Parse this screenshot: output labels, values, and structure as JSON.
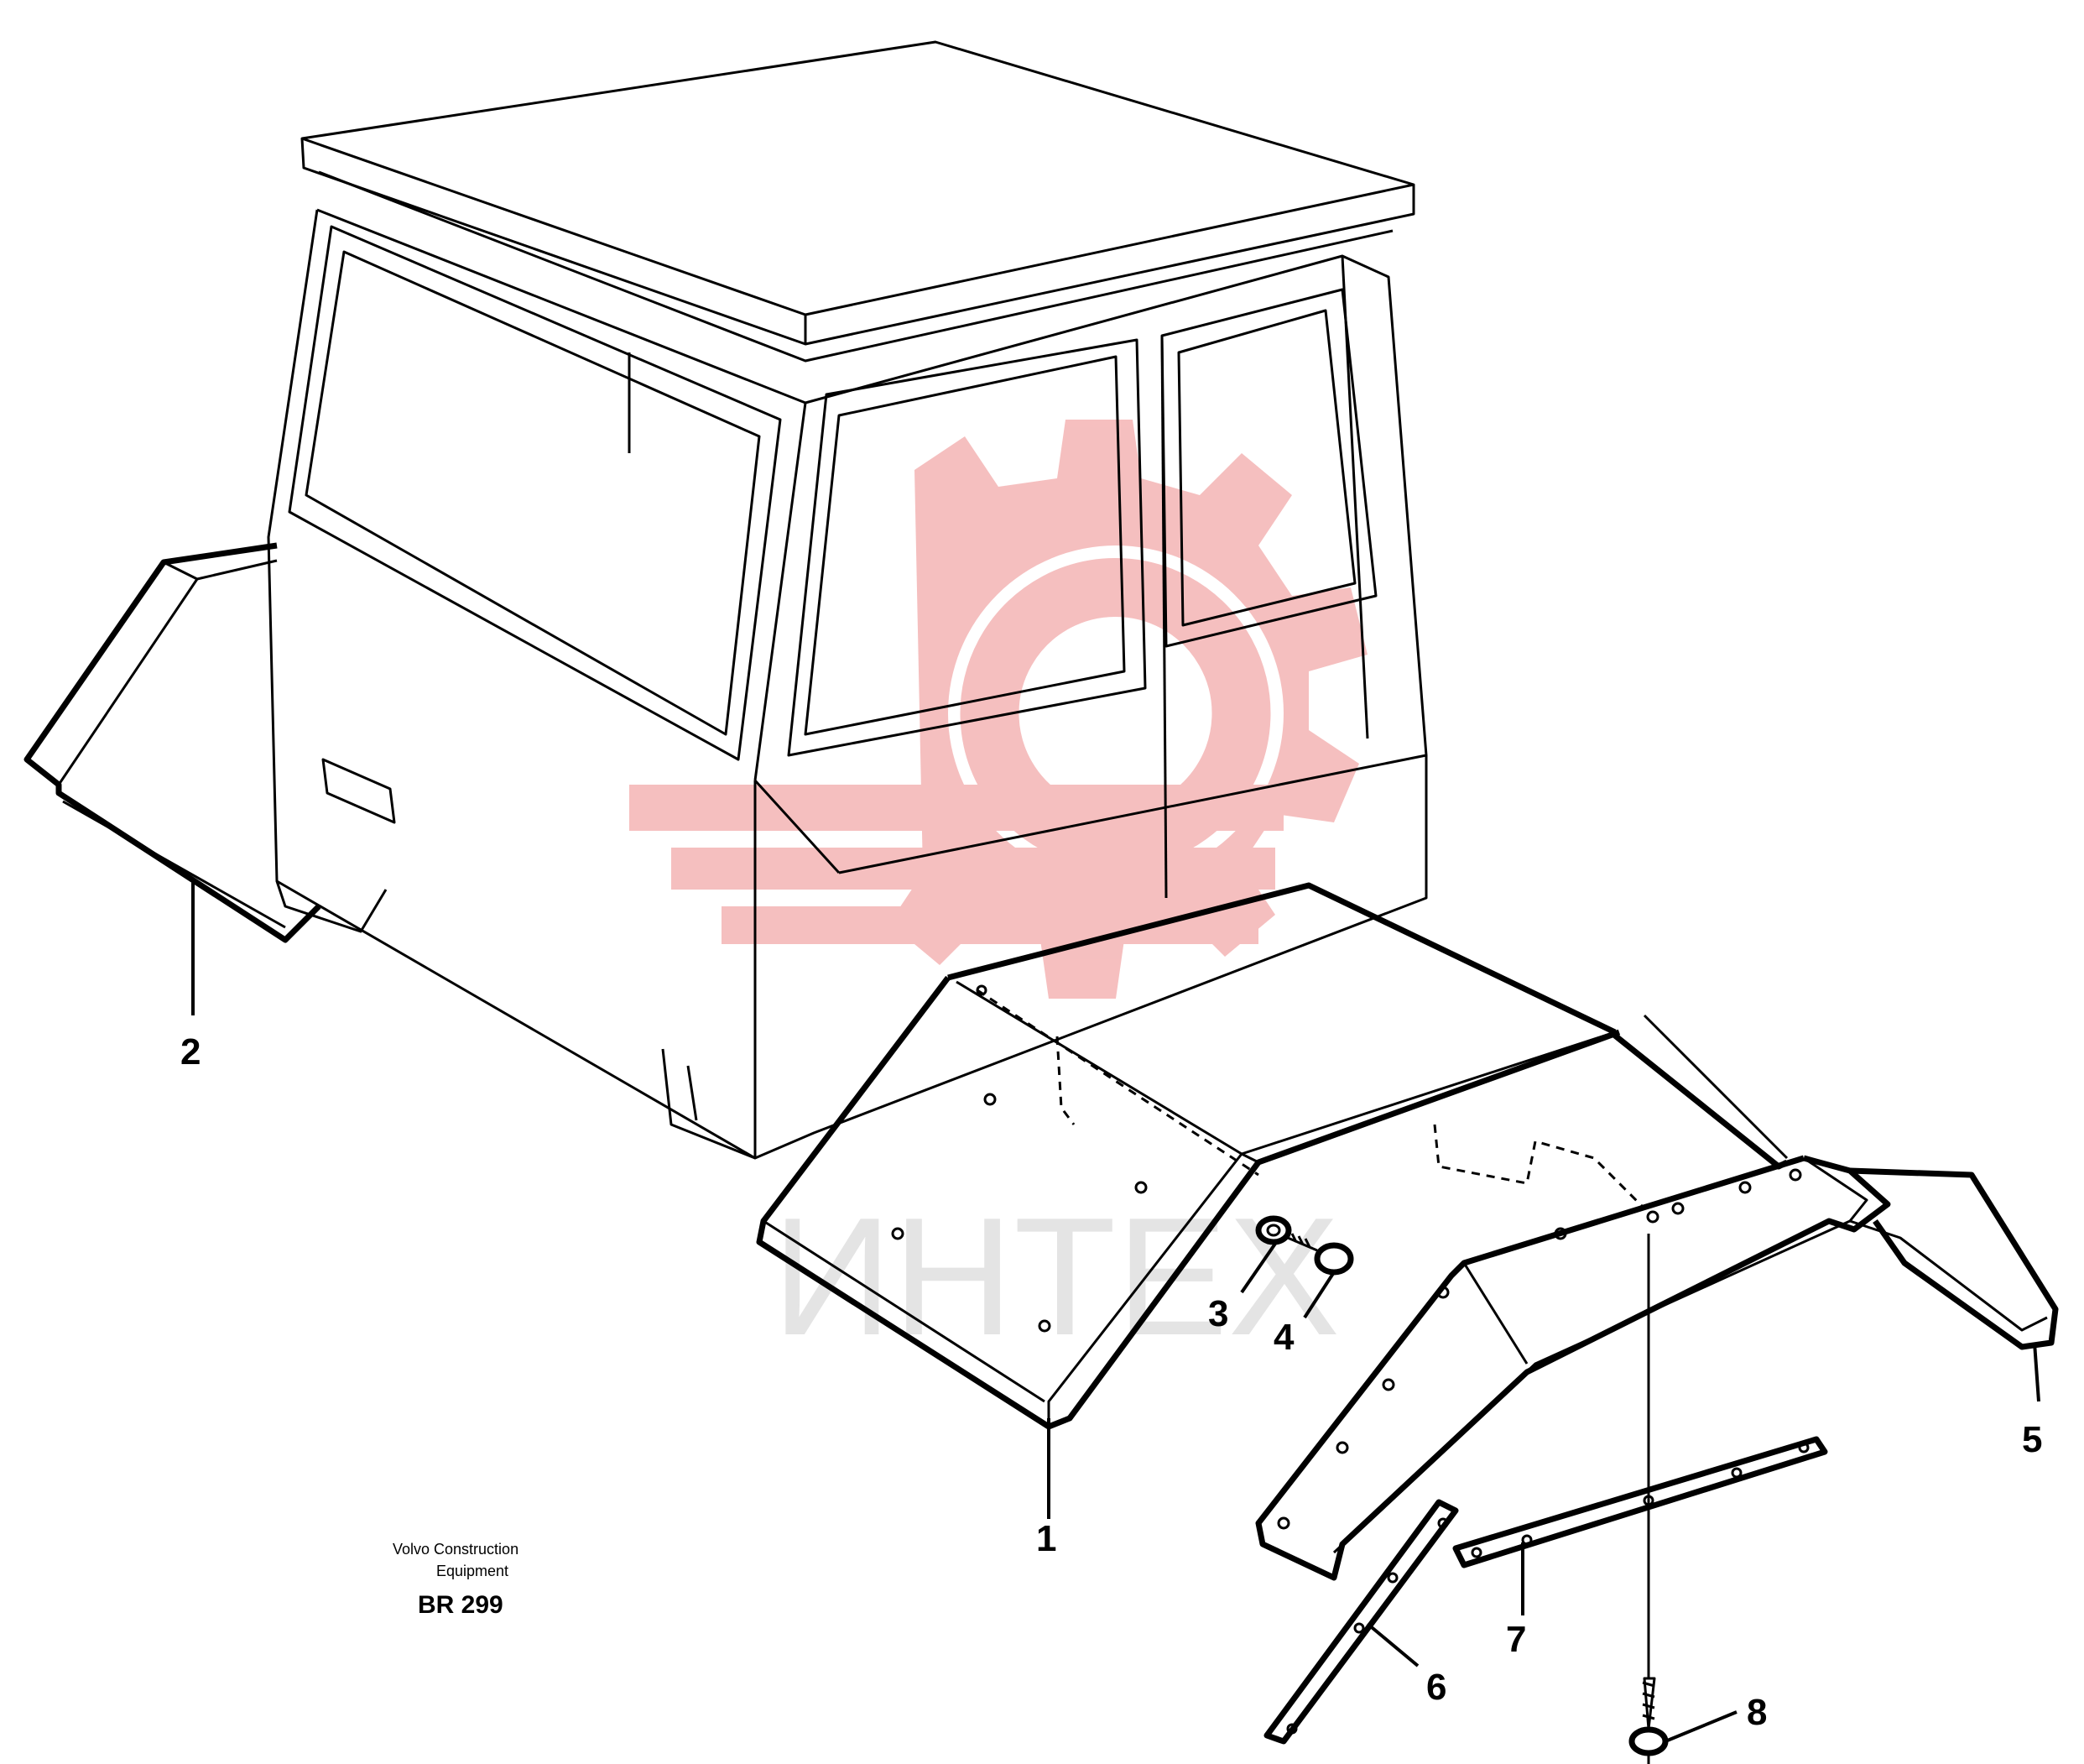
{
  "drawing": {
    "credit_line1": "Volvo Construction",
    "credit_line2": "Equipment",
    "code": "BR 299"
  },
  "watermark": {
    "text": "ИНТЕХ",
    "color": "#f4b4b4"
  },
  "callouts": {
    "c1": "1",
    "c2": "2",
    "c3": "3",
    "c4": "4",
    "c5": "5",
    "c6": "6",
    "c7": "7",
    "c8": "8"
  }
}
